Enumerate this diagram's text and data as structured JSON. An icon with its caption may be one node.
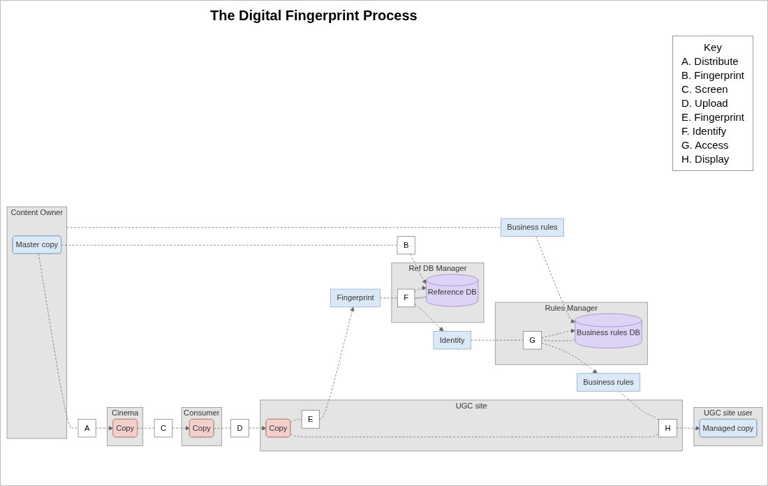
{
  "diagram": {
    "title": "The Digital Fingerprint Process",
    "nodes": [
      {
        "text": [
          "Content Owner"
        ]
      },
      {
        "text": [
          "Master copy"
        ],
        "in": 0
      },
      {
        "text": [
          "A"
        ]
      },
      {
        "text": [
          "Cinema"
        ]
      },
      {
        "text": [
          "Copy"
        ],
        "in": 3
      },
      {
        "text": [
          "C"
        ]
      },
      {
        "text": [
          "B"
        ]
      },
      {
        "text": [
          "Ref DB Manager"
        ]
      },
      {
        "text": [
          "Reference DB"
        ],
        "in": 7
      },
      {
        "text": [
          "F"
        ],
        "in": 7
      },
      {
        "text": [
          "Consumer"
        ]
      },
      {
        "text": [
          "Copy"
        ],
        "in": 10
      },
      {
        "text": [
          "D"
        ]
      },
      {
        "text": [
          "UGC site"
        ]
      },
      {
        "text": [
          "Copy"
        ],
        "in": 13
      },
      {
        "text": [
          "Business rules"
        ]
      },
      {
        "text": [
          "Identity"
        ]
      },
      {
        "text": [
          "Fingerprint"
        ]
      },
      {
        "text": [
          "E"
        ],
        "in": 13
      },
      {
        "text": [
          "Rules Manager"
        ]
      },
      {
        "text": [
          "Business rules DB"
        ],
        "in": 19
      },
      {
        "text": [
          "G"
        ],
        "in": 19
      },
      {
        "text": [
          "Business rules"
        ]
      },
      {
        "text": [
          "H"
        ],
        "in": 13
      },
      {
        "text": [
          "UGC site user"
        ]
      },
      {
        "text": [
          "Managed copy"
        ],
        "in": 24
      }
    ],
    "edges": [
      {
        "from": 1,
        "to": 2,
        "arrow": "none",
        "style": "dashed"
      },
      {
        "from": 2,
        "to": 4,
        "arrow": "to",
        "style": "dashed"
      },
      {
        "from": 4,
        "to": 5,
        "arrow": "none",
        "style": "dashed"
      },
      {
        "from": 5,
        "to": 11,
        "arrow": "to",
        "style": "dashed"
      },
      {
        "from": 1,
        "to": 6,
        "arrow": "none",
        "style": "dashed"
      },
      {
        "from": 6,
        "to": 8,
        "arrow": "to",
        "style": "dashed"
      },
      {
        "from": 9,
        "to": 8,
        "arrow": "to",
        "style": "dashed"
      },
      {
        "from": 8,
        "to": 9,
        "arrow": "none"
      },
      {
        "from": 11,
        "to": 12,
        "arrow": "none",
        "style": "dashed"
      },
      {
        "from": 12,
        "to": 14,
        "arrow": "to",
        "style": "dashed"
      },
      {
        "from": 14,
        "to": 18,
        "arrow": "none",
        "style": "dashed"
      },
      {
        "from": 18,
        "to": 17,
        "arrow": "to",
        "style": "dashed"
      },
      {
        "from": 17,
        "to": 9,
        "arrow": "none",
        "style": "dashed"
      },
      {
        "from": 9,
        "to": 16,
        "arrow": "to",
        "style": "dashed"
      },
      {
        "from": 0,
        "to": 15,
        "arrow": "none",
        "style": "dashed"
      },
      {
        "from": 15,
        "to": 20,
        "arrow": "to",
        "style": "dashed"
      },
      {
        "from": 16,
        "to": 21,
        "arrow": "none",
        "style": "dashed"
      },
      {
        "from": 21,
        "to": 20,
        "arrow": "to",
        "style": "dashed"
      },
      {
        "from": 20,
        "to": 21,
        "arrow": "none",
        "style": "dashed"
      },
      {
        "from": 21,
        "to": 22,
        "arrow": "to",
        "style": "dashed"
      },
      {
        "from": 22,
        "to": 23,
        "arrow": "none",
        "style": "dashed"
      },
      {
        "from": 14,
        "to": 23,
        "arrow": "none",
        "style": "dashed"
      },
      {
        "from": 23,
        "to": 25,
        "arrow": "to",
        "style": "dashed"
      }
    ],
    "labels": [
      "Key",
      "A. Distribute",
      "B. Fingerprint",
      "C. Screen",
      "D. Upload",
      "E. Fingerprint",
      "F. Identify",
      "G. Access",
      "H. Display"
    ]
  }
}
